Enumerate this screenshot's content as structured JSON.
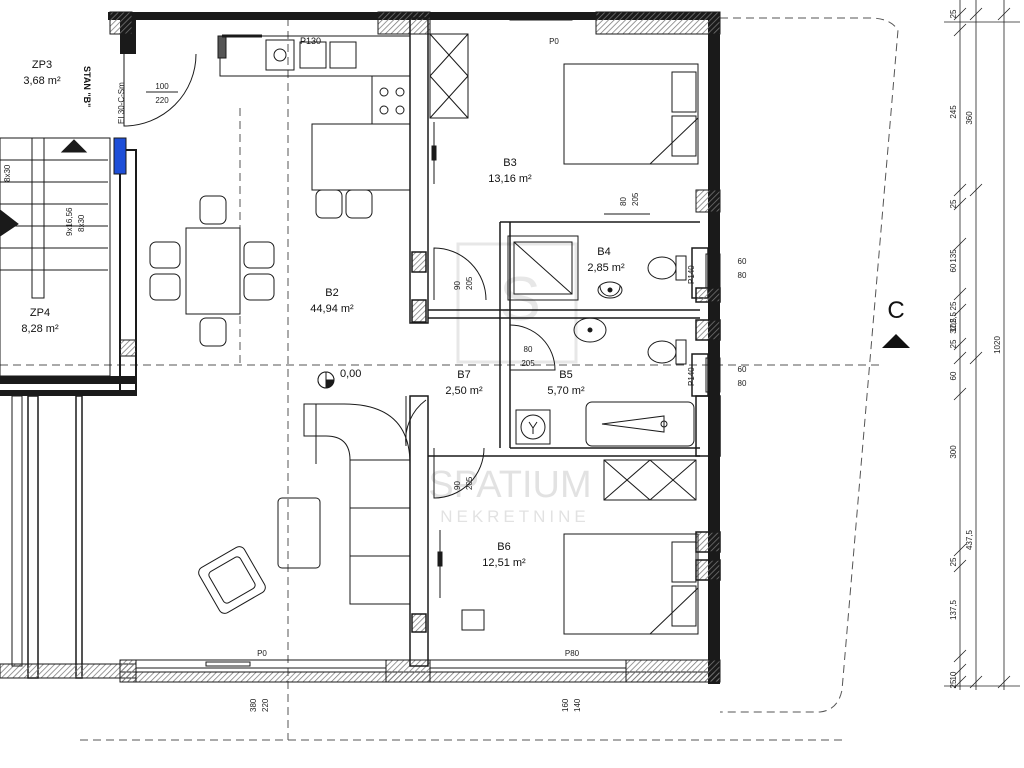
{
  "colors": {
    "wall": "#1a1a1a",
    "hatch": "#bbbbbb",
    "accent": "#1e4fd8",
    "line": "#222222"
  },
  "rooms": [
    {
      "code": "ZP3",
      "area": "3,68 m²"
    },
    {
      "code": "ZP4",
      "area": "8,28 m²"
    },
    {
      "code": "B2",
      "area": "44,94 m²"
    },
    {
      "code": "B3",
      "area": "13,16 m²"
    },
    {
      "code": "B4",
      "area": "2,85 m²"
    },
    {
      "code": "B5",
      "area": "5,70 m²"
    },
    {
      "code": "B6",
      "area": "12,51 m²"
    },
    {
      "code": "B7",
      "area": "2,50 m²"
    }
  ],
  "labels": {
    "stan": "STAN \"B\"",
    "level": "0,00",
    "section": "C",
    "p130": "P130",
    "p0_top": "P0",
    "p0_bottom": "P0",
    "p80": "P80",
    "p140_a": "P140",
    "p140_b": "P140",
    "stair_text": "9x16,56",
    "stair_8x30_a": "8x30",
    "stair_8x30_b": "8x30",
    "small_tag": "EI 30-C-Sm"
  },
  "doors": {
    "entry_w": "100",
    "entry_h": "220",
    "b3_w": "80",
    "b3_h": "205",
    "b4_w": "90",
    "b4_h": "205",
    "b5_w": "80",
    "b5_h": "205",
    "b6_w": "90",
    "b6_h": "205",
    "win_a_w": "60",
    "win_a_h": "80",
    "win_b_w": "60",
    "win_b_h": "80",
    "bottom_left_w": "380",
    "bottom_left_h": "220",
    "bottom_right_w": "160",
    "bottom_right_h": "140"
  },
  "dimensions": {
    "right_inner": [
      "25",
      "245",
      "25",
      "135",
      "60",
      "25",
      "32,5",
      "102,5",
      "25",
      "60",
      "300",
      "25",
      "137,5",
      "10",
      "25"
    ],
    "right_outer": [
      "360",
      "1020",
      "437,5"
    ]
  },
  "watermark": {
    "line1": "SPATIUM",
    "line2": "NEKRETNINE"
  }
}
